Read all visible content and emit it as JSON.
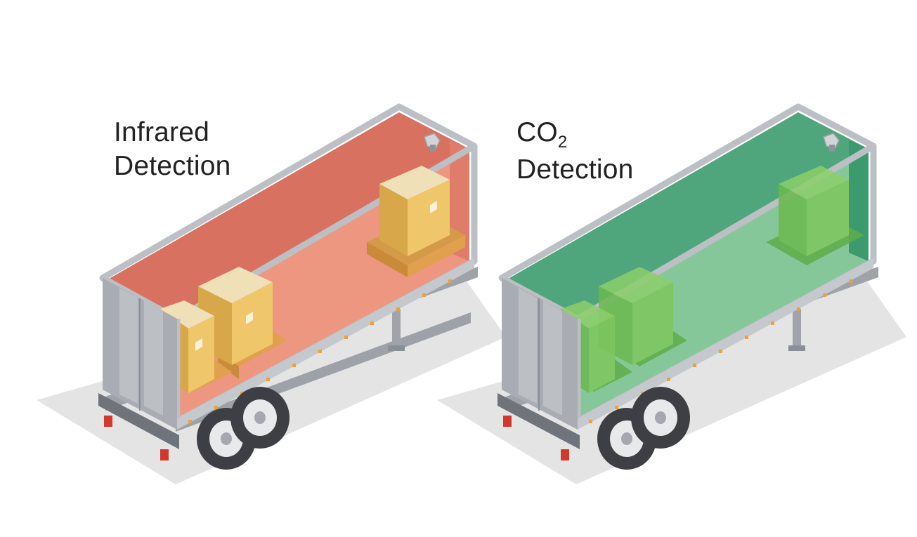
{
  "panels": [
    {
      "title_line1": "Infrared",
      "title_line2": "Detection",
      "fill_color": "#d97160",
      "floor_color": "#ed9680",
      "glow_color": "#f3a090"
    },
    {
      "title_line1_main": "CO",
      "title_line1_sub": "2",
      "title_line2": "Detection",
      "fill_color": "#4fa57c",
      "floor_color": "#86c79a",
      "glow_color": "#3b9a6e"
    }
  ],
  "colors": {
    "frame": "#bcbfc4",
    "frame_dark": "#8e939a",
    "doors": "#a9adb3",
    "shadow": "#e3e3e3",
    "crate": "#efc66a",
    "crate_dark": "#d7a74a",
    "pallet": "#e0a04e",
    "marker_lights": "#f0a12e",
    "tires": "#3d3f44",
    "rims": "#e8e9eb",
    "tail_lights": "#d0392b"
  },
  "icons": [
    "sensor-icon",
    "crate-icon",
    "pallet-icon",
    "wheel-icon",
    "tail-light-icon"
  ]
}
